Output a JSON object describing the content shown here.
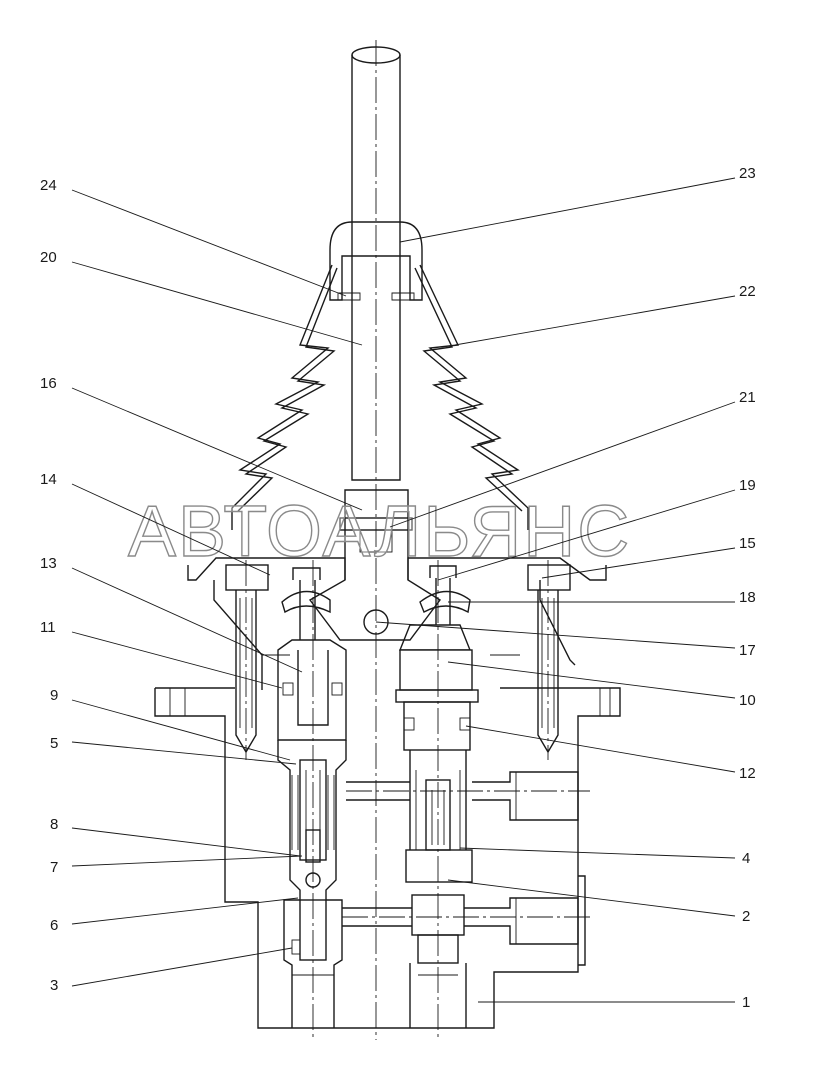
{
  "watermark": "АВТОАЛЬЯНС",
  "callouts": [
    "24",
    "23",
    "20",
    "22",
    "16",
    "21",
    "14",
    "19",
    "13",
    "15",
    "18",
    "11",
    "17",
    "9",
    "10",
    "5",
    "12",
    "8",
    "4",
    "7",
    "6",
    "2",
    "3",
    "1"
  ]
}
